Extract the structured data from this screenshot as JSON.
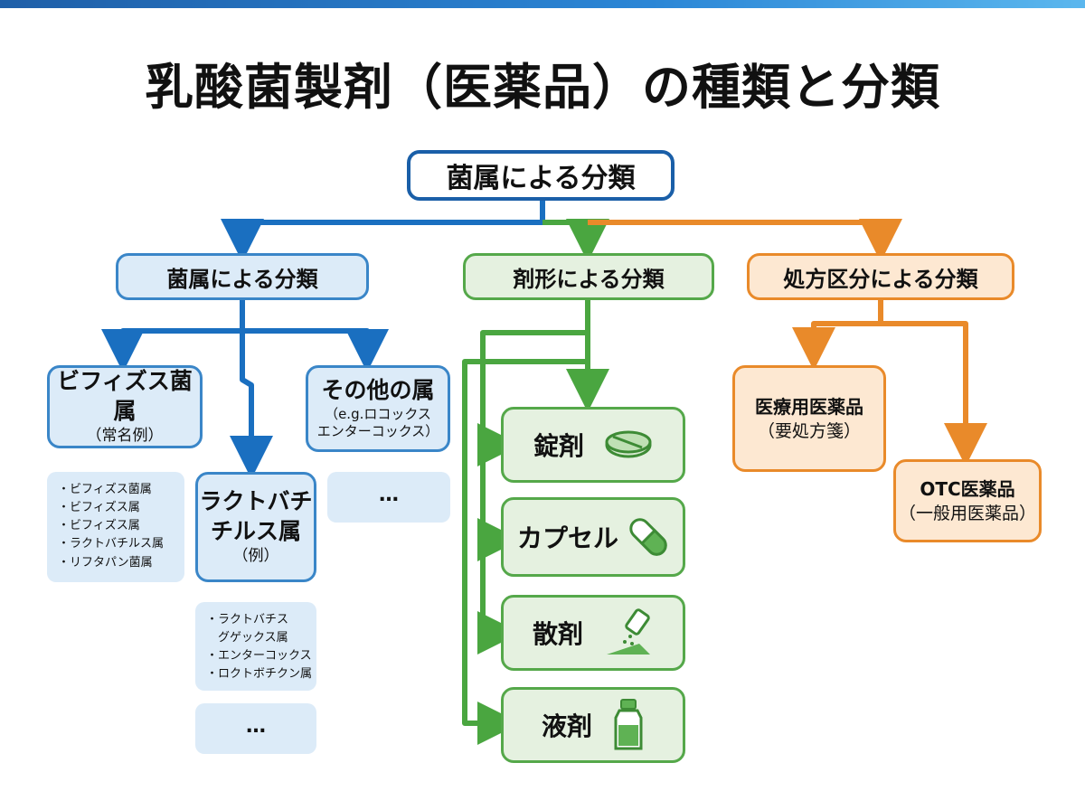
{
  "title": "乳酸菌製剤（医薬品）の種類と分類",
  "root": {
    "label": "菌属による分類"
  },
  "categories": {
    "genus": {
      "label": "菌属による分類",
      "color": "#3a86c8"
    },
    "form": {
      "label": "剤形による分類",
      "color": "#55a84a"
    },
    "prescription": {
      "label": "処方区分による分類",
      "color": "#e98a2a"
    }
  },
  "genus": {
    "bifidus": {
      "title": "ビフィズス菌属",
      "sub": "（常名例）",
      "items": [
        "・ビフィズス菌属",
        "・ビフィズス属",
        "・ビフィズス属",
        "・ラクトバチルス属",
        "・リフタパン菌属"
      ]
    },
    "lacto": {
      "title_line1": "ラクトバチ",
      "title_line2": "チルス属",
      "sub": "（例）",
      "items": [
        "・ラクトバチス",
        "　グゲックス属",
        "・エンターコックス",
        "・ロクトボチクン属"
      ],
      "more": "…"
    },
    "other": {
      "title": "その他の属",
      "sub_line1": "（e.g.ロコックス",
      "sub_line2": "エンターコックス）",
      "more": "…"
    }
  },
  "forms": [
    {
      "label": "錠剤",
      "icon": "tablet-icon"
    },
    {
      "label": "カプセル",
      "icon": "capsule-icon"
    },
    {
      "label": "散剤",
      "icon": "powder-icon"
    },
    {
      "label": "液剤",
      "icon": "bottle-icon"
    }
  ],
  "prescription": {
    "medical": {
      "line1": "医療用医薬品",
      "line2": "（要処方箋）"
    },
    "otc": {
      "line1": "OTC医薬品",
      "line2": "（一般用医薬品）"
    }
  }
}
